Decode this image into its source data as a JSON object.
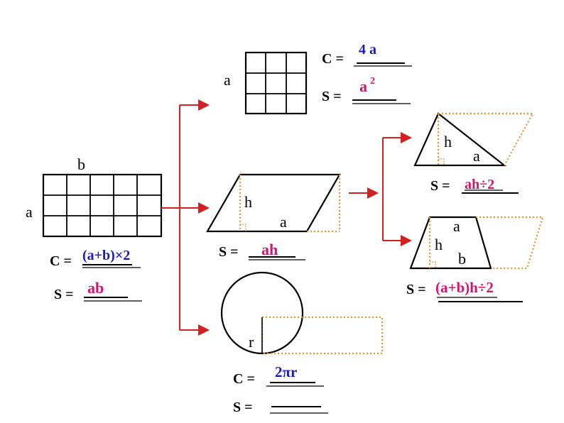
{
  "colors": {
    "answer_blue": "#1a1ab8",
    "answer_pink": "#d6136e",
    "arrow": "#d42020",
    "dotted": "#e8942a"
  },
  "rectangle": {
    "side_b": "b",
    "side_a": "a",
    "perimeter_prefix": "C =",
    "perimeter_answer": "(a+b)×2",
    "area_prefix": "S =",
    "area_answer": "ab"
  },
  "square": {
    "side": "a",
    "perimeter_prefix": "C =",
    "perimeter_answer": "4 a",
    "area_prefix": "S =",
    "area_answer_base": "a",
    "area_answer_exp": "2"
  },
  "parallelogram": {
    "height": "h",
    "base": "a",
    "area_prefix": "S =",
    "area_answer": "ah"
  },
  "circle": {
    "radius": "r",
    "perimeter_prefix": "C =",
    "perimeter_answer": "2πr",
    "area_prefix": "S ="
  },
  "triangle": {
    "height": "h",
    "base": "a",
    "area_prefix": "S =",
    "area_answer": "ah÷2"
  },
  "trapezoid": {
    "top": "a",
    "height": "h",
    "bottom": "b",
    "area_prefix": "S =",
    "area_answer": "(a+b)h÷2"
  }
}
